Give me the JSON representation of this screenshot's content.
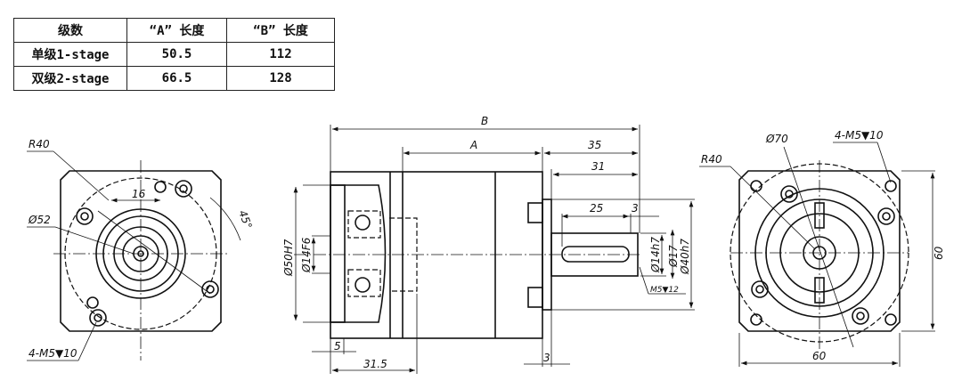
{
  "table": {
    "headers": [
      "级数",
      "“A” 长度",
      "“B” 长度"
    ],
    "rows": [
      [
        "单级1-stage",
        "50.5",
        "112"
      ],
      [
        "双级2-stage",
        "66.5",
        "128"
      ]
    ]
  },
  "left_view": {
    "r": "R40",
    "dia": "Ø52",
    "w": "16",
    "angle": "45°",
    "thread": "4-M5▼10"
  },
  "side_view": {
    "B": "B",
    "A": "A",
    "d35": "35",
    "d31": "31",
    "d25": "25",
    "d3a": "3",
    "d3b": "3",
    "d5": "5",
    "d31_5": "31.5",
    "pilot": "Ø50H7",
    "bore": "Ø14F6",
    "shaft": "Ø14h7",
    "shoulder": "Ø17",
    "spigot": "Ø40h7",
    "tap": "M5▼12"
  },
  "right_view": {
    "r": "R40",
    "pcd": "Ø70",
    "thread": "4-M5▼10",
    "h": "60",
    "w": "60"
  }
}
